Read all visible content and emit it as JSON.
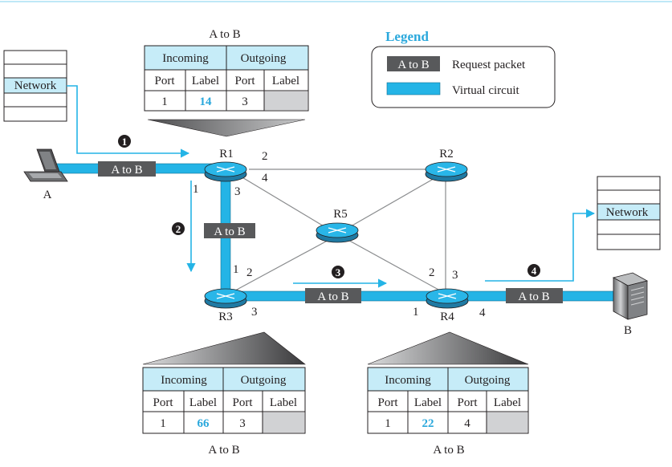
{
  "colors": {
    "circuit": "#24b4e6",
    "packet": "#58595b",
    "link": "#8a8c8e",
    "arrow": "#24b4e6",
    "header": "#c6ecf8",
    "empty_cell": "#d1d2d4"
  },
  "legend": {
    "title": "Legend",
    "packet_sample": "A to B",
    "packet_desc": "Request packet",
    "circuit_desc": "Virtual circuit"
  },
  "hosts": {
    "A": {
      "label": "A",
      "stack_layer": "Network"
    },
    "B": {
      "label": "B",
      "stack_layer": "Network"
    }
  },
  "routers": [
    {
      "id": "R1",
      "label": "R1"
    },
    {
      "id": "R2",
      "label": "R2"
    },
    {
      "id": "R3",
      "label": "R3"
    },
    {
      "id": "R4",
      "label": "R4"
    },
    {
      "id": "R5",
      "label": "R5"
    }
  ],
  "ports": {
    "r1_1": "1",
    "r1_2": "2",
    "r1_3": "3",
    "r1_4": "4",
    "r3_1": "1",
    "r3_2": "2",
    "r3_3": "3",
    "r4_1": "1",
    "r4_2": "2",
    "r4_3": "3",
    "r4_4": "4"
  },
  "packets": [
    "A to B",
    "A to B",
    "A to B",
    "A to B"
  ],
  "steps": [
    "1",
    "2",
    "3",
    "4"
  ],
  "tables": [
    {
      "id": "r1",
      "title": "A to B",
      "groups": [
        "Incoming",
        "Outgoing"
      ],
      "columns": [
        "Port",
        "Label",
        "Port",
        "Label"
      ],
      "row": [
        "1",
        "14",
        "3",
        ""
      ]
    },
    {
      "id": "r3",
      "title": "A to B",
      "groups": [
        "Incoming",
        "Outgoing"
      ],
      "columns": [
        "Port",
        "Label",
        "Port",
        "Label"
      ],
      "row": [
        "1",
        "66",
        "3",
        ""
      ]
    },
    {
      "id": "r4",
      "title": "A to B",
      "groups": [
        "Incoming",
        "Outgoing"
      ],
      "columns": [
        "Port",
        "Label",
        "Port",
        "Label"
      ],
      "row": [
        "1",
        "22",
        "4",
        ""
      ]
    }
  ]
}
